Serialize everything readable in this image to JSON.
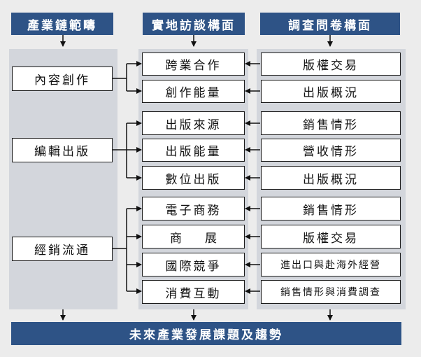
{
  "headers": {
    "industry_chain": "產業鏈範疇",
    "interviews": "實地訪談構面",
    "survey": "調查問卷構面"
  },
  "chain_stages": {
    "creation": "內容創作",
    "editing": "編輯出版",
    "distribution": "經銷流通"
  },
  "interview_items": {
    "cross_collab": "跨業合作",
    "creative_capacity": "創作能量",
    "publishing_sources": "出版來源",
    "publishing_capacity": "出版能量",
    "digital_publishing": "數位出版",
    "e_commerce": "電子商務",
    "exhibitions": "商　展",
    "intl_competition": "國際競爭",
    "consumer_interaction": "消費互動"
  },
  "survey_items": {
    "rights_trade_1": "版權交易",
    "publishing_overview_1": "出版概況",
    "sales_1": "銷售情形",
    "revenue": "營收情形",
    "publishing_overview_2": "出版概況",
    "sales_2": "銷售情形",
    "rights_trade_2": "版權交易",
    "import_export": "進出口與赴海外經營",
    "sales_consumer": "銷售情形與消費調查"
  },
  "footer": "未來產業發展課題及趨勢"
}
